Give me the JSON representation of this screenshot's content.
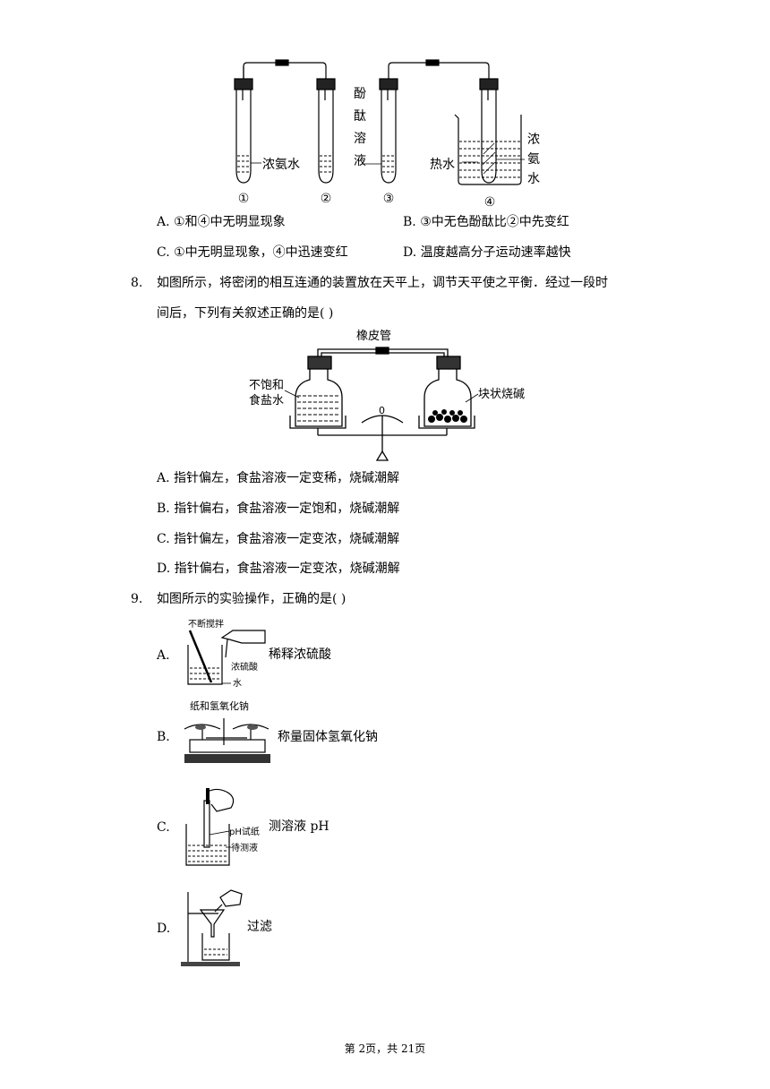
{
  "q7": {
    "figure": {
      "tube_labels": [
        "①",
        "②",
        "③",
        "④"
      ],
      "conc_ammonia": "浓氨水",
      "phenolphthalein": [
        "酚",
        "酞",
        "溶",
        "液"
      ],
      "hot_water": "热水",
      "conc_ammonia_vertical": [
        "浓",
        "氨",
        "水"
      ]
    },
    "options": [
      {
        "letter": "A.",
        "text": "①和④中无明显现象"
      },
      {
        "letter": "B.",
        "text": "③中无色酚酞比②中先变红"
      },
      {
        "letter": "C.",
        "text": "①中无明显现象，④中迅速变红"
      },
      {
        "letter": "D.",
        "text": "温度越高分子运动速率越快"
      }
    ]
  },
  "q8": {
    "number": "8.",
    "stem_line1": "如图所示，将密闭的相互连通的装置放在天平上，调节天平使之平衡．经过一段时",
    "stem_line2": "间后，下列有关叙述正确的是(    )",
    "figure": {
      "rubber_tube": "橡皮管",
      "left_label_1": "不饱和",
      "left_label_2": "食盐水",
      "right_label": "块状烧碱",
      "zero": "0"
    },
    "options": [
      {
        "letter": "A.",
        "text": "指针偏左，食盐溶液一定变稀，烧碱潮解"
      },
      {
        "letter": "B.",
        "text": "指针偏右，食盐溶液一定饱和，烧碱潮解"
      },
      {
        "letter": "C.",
        "text": "指针偏左，食盐溶液一定变浓，烧碱潮解"
      },
      {
        "letter": "D.",
        "text": "指针偏右，食盐溶液一定变浓，烧碱潮解"
      }
    ]
  },
  "q9": {
    "number": "9.",
    "stem": "如图所示的实验操作，正确的是(    )",
    "options": [
      {
        "letter": "A.",
        "text": "稀释浓硫酸",
        "fig_labels": [
          "不断搅拌",
          "浓硫酸",
          "水"
        ]
      },
      {
        "letter": "B.",
        "text": "称量固体氢氧化钠",
        "fig_labels": [
          "纸和氢氧化钠"
        ]
      },
      {
        "letter": "C.",
        "text": "测溶液 pH",
        "fig_labels": [
          "pH试纸",
          "待测液"
        ]
      },
      {
        "letter": "D.",
        "text": "过滤",
        "fig_labels": []
      }
    ]
  },
  "footer": "第 2页，共 21页"
}
